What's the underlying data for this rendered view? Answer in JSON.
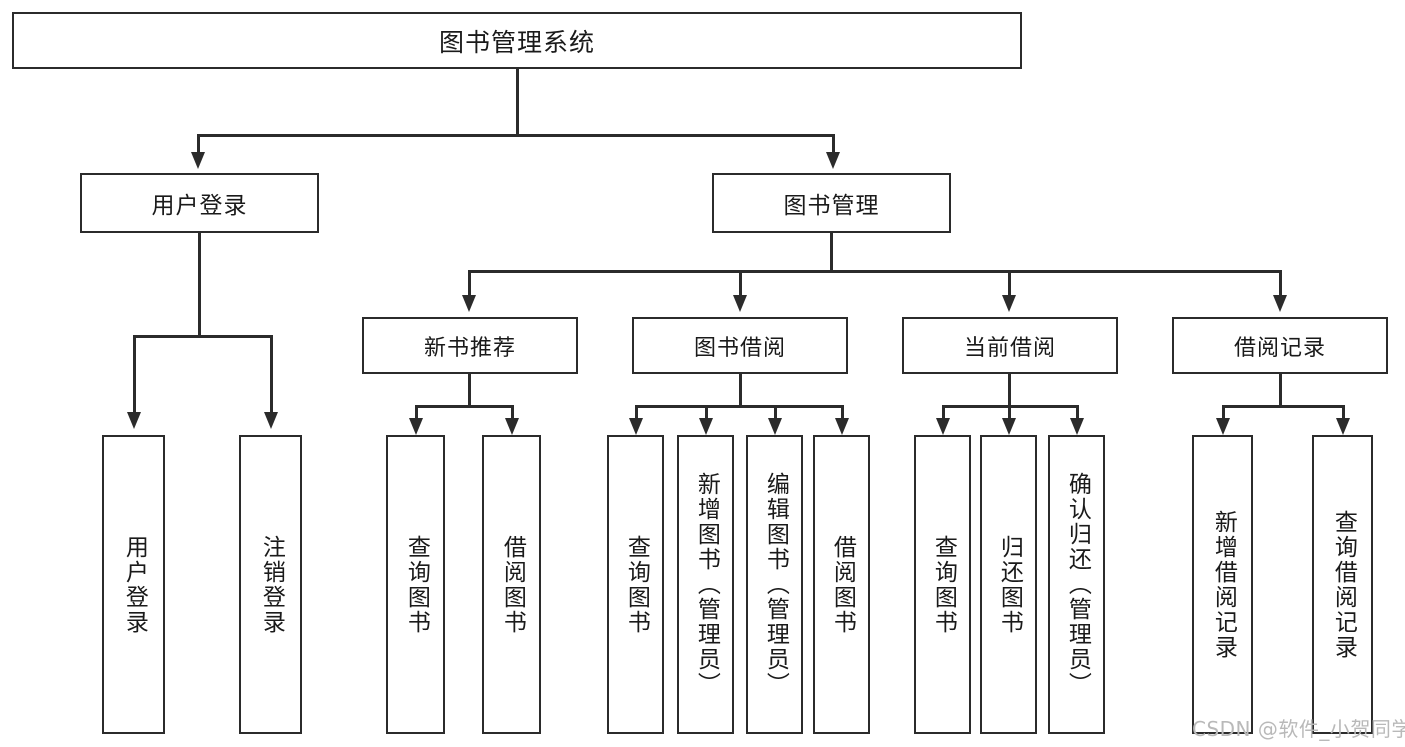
{
  "diagram": {
    "type": "tree-hierarchy",
    "title": "图书管理系统",
    "root": {
      "label": "图书管理系统"
    },
    "level1": [
      {
        "label": "用户登录"
      },
      {
        "label": "图书管理"
      }
    ],
    "level2": [
      {
        "label": "新书推荐"
      },
      {
        "label": "图书借阅"
      },
      {
        "label": "当前借阅"
      },
      {
        "label": "借阅记录"
      }
    ],
    "leaves_user_login": [
      {
        "label": "用户登录"
      },
      {
        "label": "注销登录"
      }
    ],
    "leaves_new_book": [
      {
        "label": "查询图书"
      },
      {
        "label": "借阅图书"
      }
    ],
    "leaves_borrow": [
      {
        "label": "查询图书"
      },
      {
        "label": "新增图书（管理员）"
      },
      {
        "label": "编辑图书（管理员）"
      },
      {
        "label": "借阅图书"
      }
    ],
    "leaves_current": [
      {
        "label": "查询图书"
      },
      {
        "label": "归还图书"
      },
      {
        "label": "确认归还（管理员）"
      }
    ],
    "leaves_records": [
      {
        "label": "新增借阅记录"
      },
      {
        "label": "查询借阅记录"
      }
    ]
  },
  "watermark": {
    "text": "CSDN @软件_小贺同学"
  },
  "colors": {
    "stroke": "#2b2b2b",
    "fill": "#ffffff",
    "text": "#1a1a1a",
    "watermark": "#b9b9b9"
  }
}
